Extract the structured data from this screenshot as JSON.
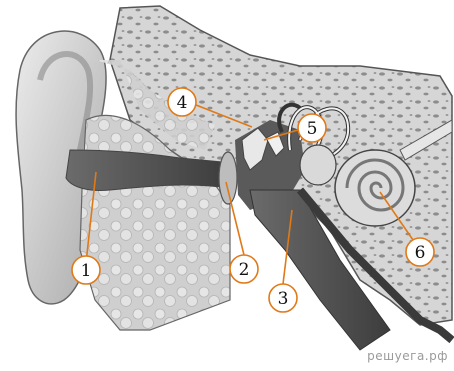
{
  "diagram": {
    "labels": [
      {
        "id": "1",
        "text": "1"
      },
      {
        "id": "2",
        "text": "2"
      },
      {
        "id": "3",
        "text": "3"
      },
      {
        "id": "4",
        "text": "4"
      },
      {
        "id": "5",
        "text": "5"
      },
      {
        "id": "6",
        "text": "6"
      }
    ],
    "watermark": "решуега.рф",
    "colors": {
      "bone": "#d8d8d8",
      "bone_pores": "#8e8e8e",
      "skin": "#c9c9c9",
      "canal": "#7b7b7b",
      "tube": "#4a4a4a",
      "callout_line": "#e07a18",
      "callout_fill": "#ffffff"
    }
  }
}
